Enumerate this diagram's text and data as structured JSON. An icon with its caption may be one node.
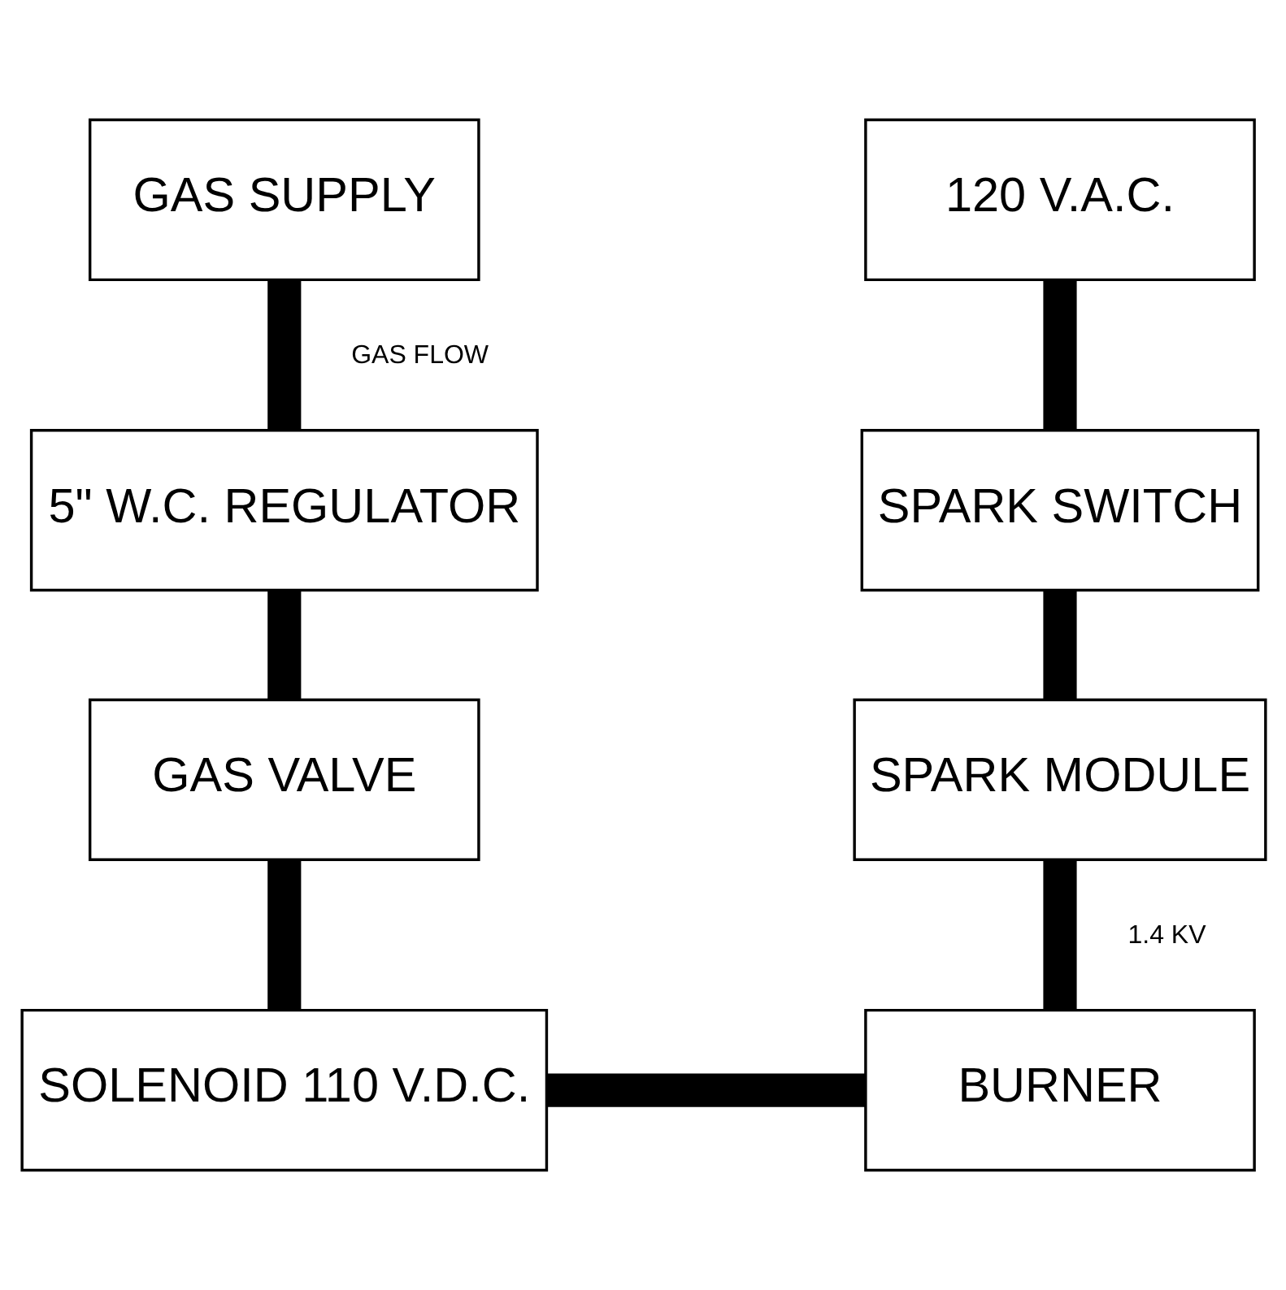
{
  "diagram": {
    "nodes": [
      {
        "text": [
          "GAS SUPPLY"
        ]
      },
      {
        "text": [
          "120 V.A.C."
        ]
      },
      {
        "text": [
          "5\" W.C. REGULATOR"
        ]
      },
      {
        "text": [
          "SPARK SWITCH"
        ]
      },
      {
        "text": [
          "GAS VALVE"
        ]
      },
      {
        "text": [
          "SPARK MODULE"
        ]
      },
      {
        "text": [
          "SOLENOID 110 V.D.C."
        ]
      },
      {
        "text": [
          "BURNER"
        ]
      }
    ],
    "edges": [
      {
        "from": 0,
        "to": 2,
        "arrow": "none",
        "label": "GAS FLOW"
      },
      {
        "from": 2,
        "to": 4,
        "arrow": "none"
      },
      {
        "from": 4,
        "to": 6,
        "arrow": "none"
      },
      {
        "from": 1,
        "to": 3,
        "arrow": "none"
      },
      {
        "from": 3,
        "to": 5,
        "arrow": "none"
      },
      {
        "from": 5,
        "to": 7,
        "arrow": "none",
        "label": "1.4 KV"
      },
      {
        "from": 6,
        "to": 7,
        "arrow": "none"
      }
    ]
  }
}
